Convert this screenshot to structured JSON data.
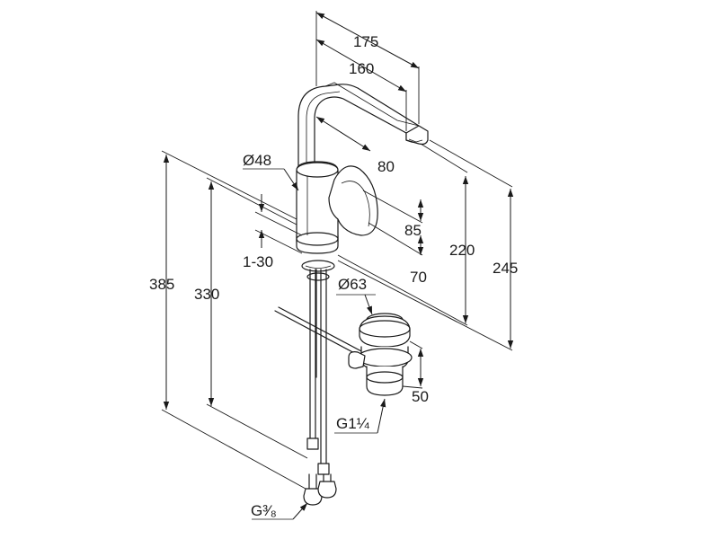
{
  "dimensions": {
    "d175": "175",
    "d160": "160",
    "d80": "80",
    "dia48": "Ø48",
    "d85": "85",
    "d1_30": "1-30",
    "d70": "70",
    "dia63": "Ø63",
    "d220": "220",
    "d245": "245",
    "d385": "385",
    "d330": "330",
    "d50": "50",
    "g1_4": "G1¼",
    "g3_8": "G³⁄₈"
  }
}
